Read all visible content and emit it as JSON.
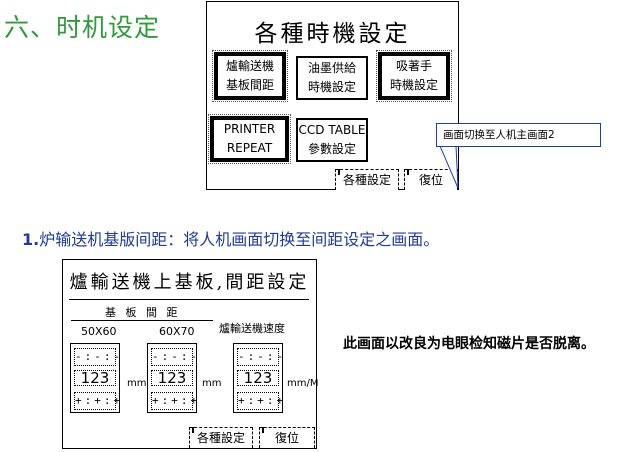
{
  "heading": "六、时机设定",
  "panel1": {
    "title": "各種時機設定",
    "buttons": [
      {
        "line1": "爐輸送機",
        "line2": "基板間距"
      },
      {
        "line1": "油墨供給",
        "line2": "時機設定"
      },
      {
        "line1": "吸著手",
        "line2": "時機設定"
      },
      {
        "line1": "PRINTER",
        "line2": "REPEAT"
      },
      {
        "line1": "CCD TABLE",
        "line2": "參數設定"
      }
    ],
    "tabs": {
      "settings": "各種設定",
      "reset": "復位"
    }
  },
  "callout": "画面切换至人机主画面2",
  "description": {
    "number": "1.",
    "text": "炉输送机基版间距：将人机画面切换至间距设定之画面。"
  },
  "panel2": {
    "title": "爐輸送機上基板,間距設定",
    "section_label": "基 板 間 距",
    "speed_label": "爐輸送機速度",
    "columns": [
      {
        "header": "50X60",
        "digits_top": "-:-:-",
        "value": "123",
        "digits_bottom": "+:+:+",
        "unit": "mm"
      },
      {
        "header": "60X70",
        "digits_top": "-:-:-",
        "value": "123",
        "digits_bottom": "+:+:+",
        "unit": "mm"
      },
      {
        "header": "",
        "digits_top": "-:-:-",
        "value": "123",
        "digits_bottom": "+:+:+",
        "unit": "mm/M"
      }
    ],
    "tabs": {
      "settings": "各種設定",
      "reset": "復位"
    }
  },
  "note": "此画面以改良为电眼检知磁片是否脱离。"
}
